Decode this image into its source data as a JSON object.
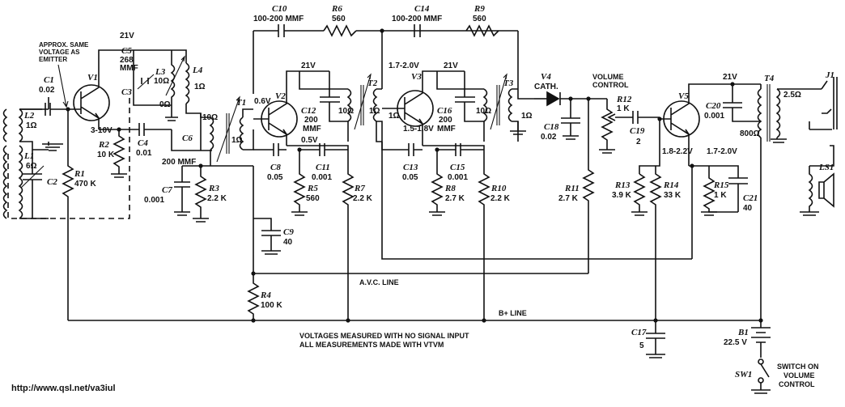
{
  "notes": {
    "approx_line1": "APPROX. SAME",
    "approx_line2": "VOLTAGE AS",
    "approx_line3": "EMITTER",
    "measure_line1": "VOLTAGES MEASURED WITH NO SIGNAL INPUT",
    "measure_line2": "ALL MEASUREMENTS MADE WITH VTVM",
    "avc_line": "A.V.C. LINE",
    "b_line": "B+ LINE",
    "volume_control": [
      "VOLUME",
      "CONTROL"
    ],
    "switch_note": [
      "SWITCH ON",
      "VOLUME",
      "CONTROL"
    ],
    "url": "http://www.qsl.net/va3iul"
  },
  "components": {
    "C1": {
      "name": "C1",
      "value": "0.02"
    },
    "V1": {
      "name": "V1"
    },
    "L2": {
      "name": "L2",
      "value": "1Ω"
    },
    "L1": {
      "name": "L1",
      "value": "6Ω"
    },
    "C2": {
      "name": "C2"
    },
    "R1": {
      "name": "R1",
      "value": "470 K"
    },
    "R2": {
      "name": "R2",
      "value": "10 K"
    },
    "v1_voltage": "3-10V",
    "C5": {
      "name": "C5",
      "value": "268",
      "unit": "MMF"
    },
    "C3": {
      "name": "C3"
    },
    "L3": {
      "name": "L3",
      "value": "10Ω"
    },
    "L3b": "0Ω",
    "L4": {
      "name": "L4",
      "value": "1Ω"
    },
    "C4": {
      "name": "C4",
      "value": "0.01"
    },
    "C6": {
      "name": "C6",
      "value": "200 MMF"
    },
    "T1": {
      "name": "T1",
      "pri": "10Ω",
      "sec": "1Ω"
    },
    "C7": {
      "name": "C7",
      "value": "0.001"
    },
    "R3": {
      "name": "R3",
      "value": "2.2 K"
    },
    "v21a": "21V",
    "C10": {
      "name": "C10",
      "value": "100-200 MMF"
    },
    "R6": {
      "name": "R6",
      "value": "560"
    },
    "V2": {
      "name": "V2"
    },
    "v2_base": "0.6V",
    "v2_emit": "0.5V",
    "v21b": "21V",
    "T2": {
      "name": "T2",
      "pri": "10Ω",
      "sec": "1Ω"
    },
    "C12": {
      "name": "C12",
      "value": "200",
      "unit": "MMF"
    },
    "C8": {
      "name": "C8",
      "value": "0.05"
    },
    "C11": {
      "name": "C11",
      "value": "0.001"
    },
    "R5": {
      "name": "R5",
      "value": "560"
    },
    "R7": {
      "name": "R7",
      "value": "2.2 K"
    },
    "C9": {
      "name": "C9",
      "value": "40"
    },
    "R4": {
      "name": "R4",
      "value": "100 K"
    },
    "C14": {
      "name": "C14",
      "value": "100-200 MMF"
    },
    "R9": {
      "name": "R9",
      "value": "560"
    },
    "V3": {
      "name": "V3"
    },
    "v3_base": "1.7-2.0V",
    "v3_emit": "1.5-1.8V",
    "v21c": "21V",
    "T3": {
      "name": "T3",
      "pri": "10Ω",
      "sec": "1Ω"
    },
    "C16": {
      "name": "C16",
      "value": "200",
      "unit": "MMF"
    },
    "C13": {
      "name": "C13",
      "value": "0.05"
    },
    "C15": {
      "name": "C15",
      "value": "0.001"
    },
    "R8": {
      "name": "R8",
      "value": "2.7 K"
    },
    "R10": {
      "name": "R10",
      "value": "2.2 K"
    },
    "V4": {
      "name": "V4",
      "value": "CATH."
    },
    "C18": {
      "name": "C18",
      "value": "0.02"
    },
    "R12": {
      "name": "R12",
      "value": "1 K"
    },
    "R11": {
      "name": "R11",
      "value": "2.7 K"
    },
    "C19": {
      "name": "C19",
      "value": "2"
    },
    "V5": {
      "name": "V5"
    },
    "v5_base": "1.8-2.2V",
    "v5_emit": "1.7-2.0V",
    "v21d": "21V",
    "C20": {
      "name": "C20",
      "value": "0.001"
    },
    "T4": {
      "name": "T4",
      "pri": "800Ω",
      "sec": "2.5Ω"
    },
    "R13": {
      "name": "R13",
      "value": "3.9 K"
    },
    "R14": {
      "name": "R14",
      "value": "33 K"
    },
    "R15": {
      "name": "R15",
      "value": "1 K"
    },
    "C21": {
      "name": "C21",
      "value": "40"
    },
    "J1": {
      "name": "J1"
    },
    "LS1": {
      "name": "LS1"
    },
    "C17": {
      "name": "C17",
      "value": "5"
    },
    "B1": {
      "name": "B1",
      "value": "22.5 V"
    },
    "SW1": {
      "name": "SW1"
    }
  }
}
